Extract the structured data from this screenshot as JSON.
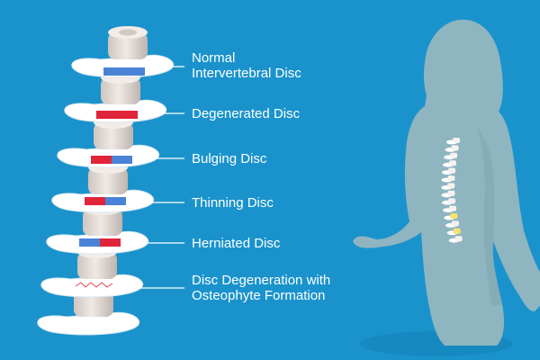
{
  "labels": {
    "normal": [
      "Normal",
      "Intervertebral Disc"
    ],
    "degenerated": "Degenerated Disc",
    "bulging": "Bulging Disc",
    "thinning": "Thinning Disc",
    "herniated": "Herniated Disc",
    "osteophyte": [
      "Disc Degeneration with",
      "Osteophyte Formation"
    ]
  },
  "colors": {
    "background": "#1a93cc",
    "bone": "#e8e1dc",
    "process": "#ffffff",
    "disc_normal": "#4a83d6",
    "disc_damaged": "#e0243a",
    "silhouette": "#8fb5c0",
    "leader": "#ffffff"
  },
  "icons": {
    "spine": "vertebral-column-illustration",
    "figure": "human-silhouette-with-spine"
  }
}
